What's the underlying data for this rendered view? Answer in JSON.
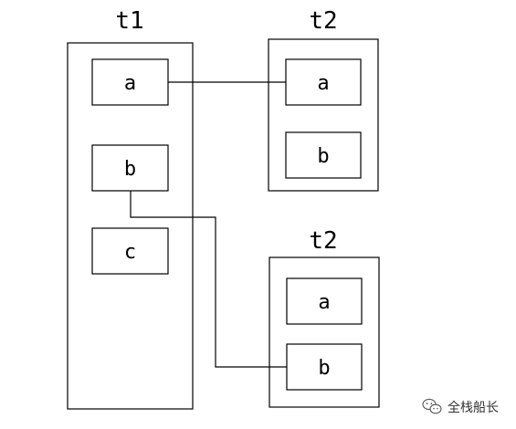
{
  "colors": {
    "stroke": "#000000",
    "background": "#ffffff",
    "watermark": "#333333"
  },
  "tables": {
    "t1": {
      "title": "t1",
      "cells": [
        "a",
        "b",
        "c"
      ]
    },
    "t2_top": {
      "title": "t2",
      "cells": [
        "a",
        "b"
      ]
    },
    "t2_bottom": {
      "title": "t2",
      "cells": [
        "a",
        "b"
      ]
    }
  },
  "connections": [
    {
      "from": "t1.a",
      "to": "t2_top.a"
    },
    {
      "from": "t1.b",
      "to": "t2_bottom.b"
    }
  ],
  "watermark": {
    "icon": "wechat-icon",
    "text": "全栈船长"
  }
}
